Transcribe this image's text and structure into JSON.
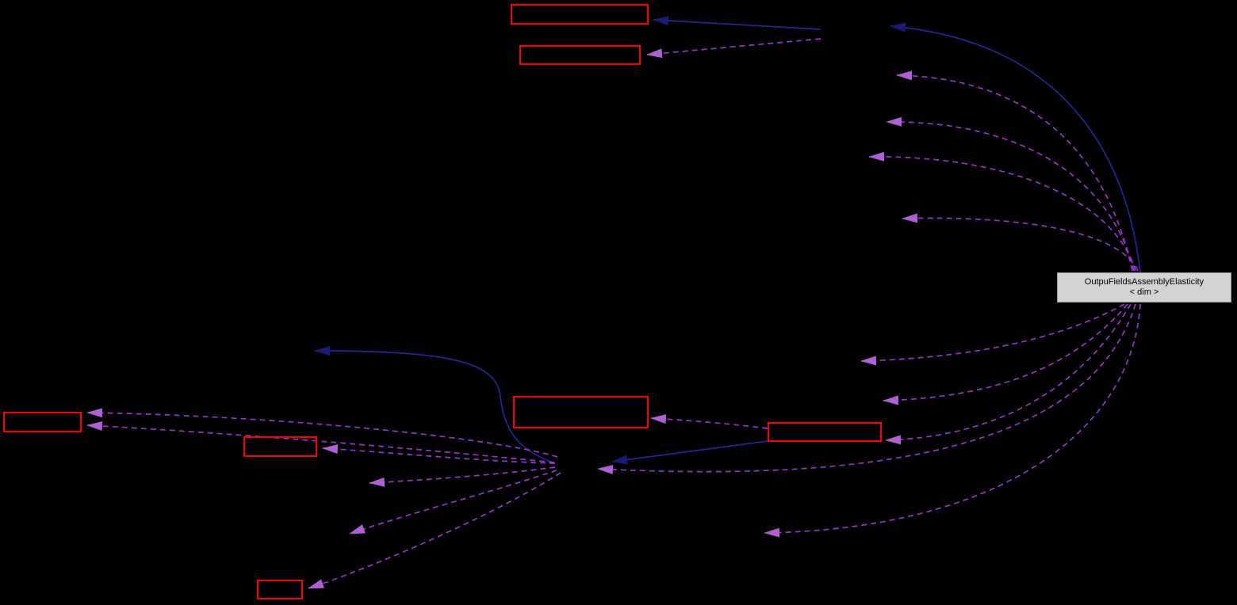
{
  "diagram": {
    "kind": "collaboration-graph",
    "background": "#000000",
    "main_node": {
      "label": "OutpuFieldsAssemblyElasticity",
      "template_args": "< dim >",
      "fill": "#d3d3d3",
      "border_color": "#9b9b9b",
      "text_color": "#000000"
    },
    "colors": {
      "node_border": "#ff0000",
      "edge_dashed": "#9a32cd",
      "edge_dashed_head": "#b15fd4",
      "edge_solid": "#24249c",
      "edge_solid_head": "#1a1a78"
    }
  }
}
